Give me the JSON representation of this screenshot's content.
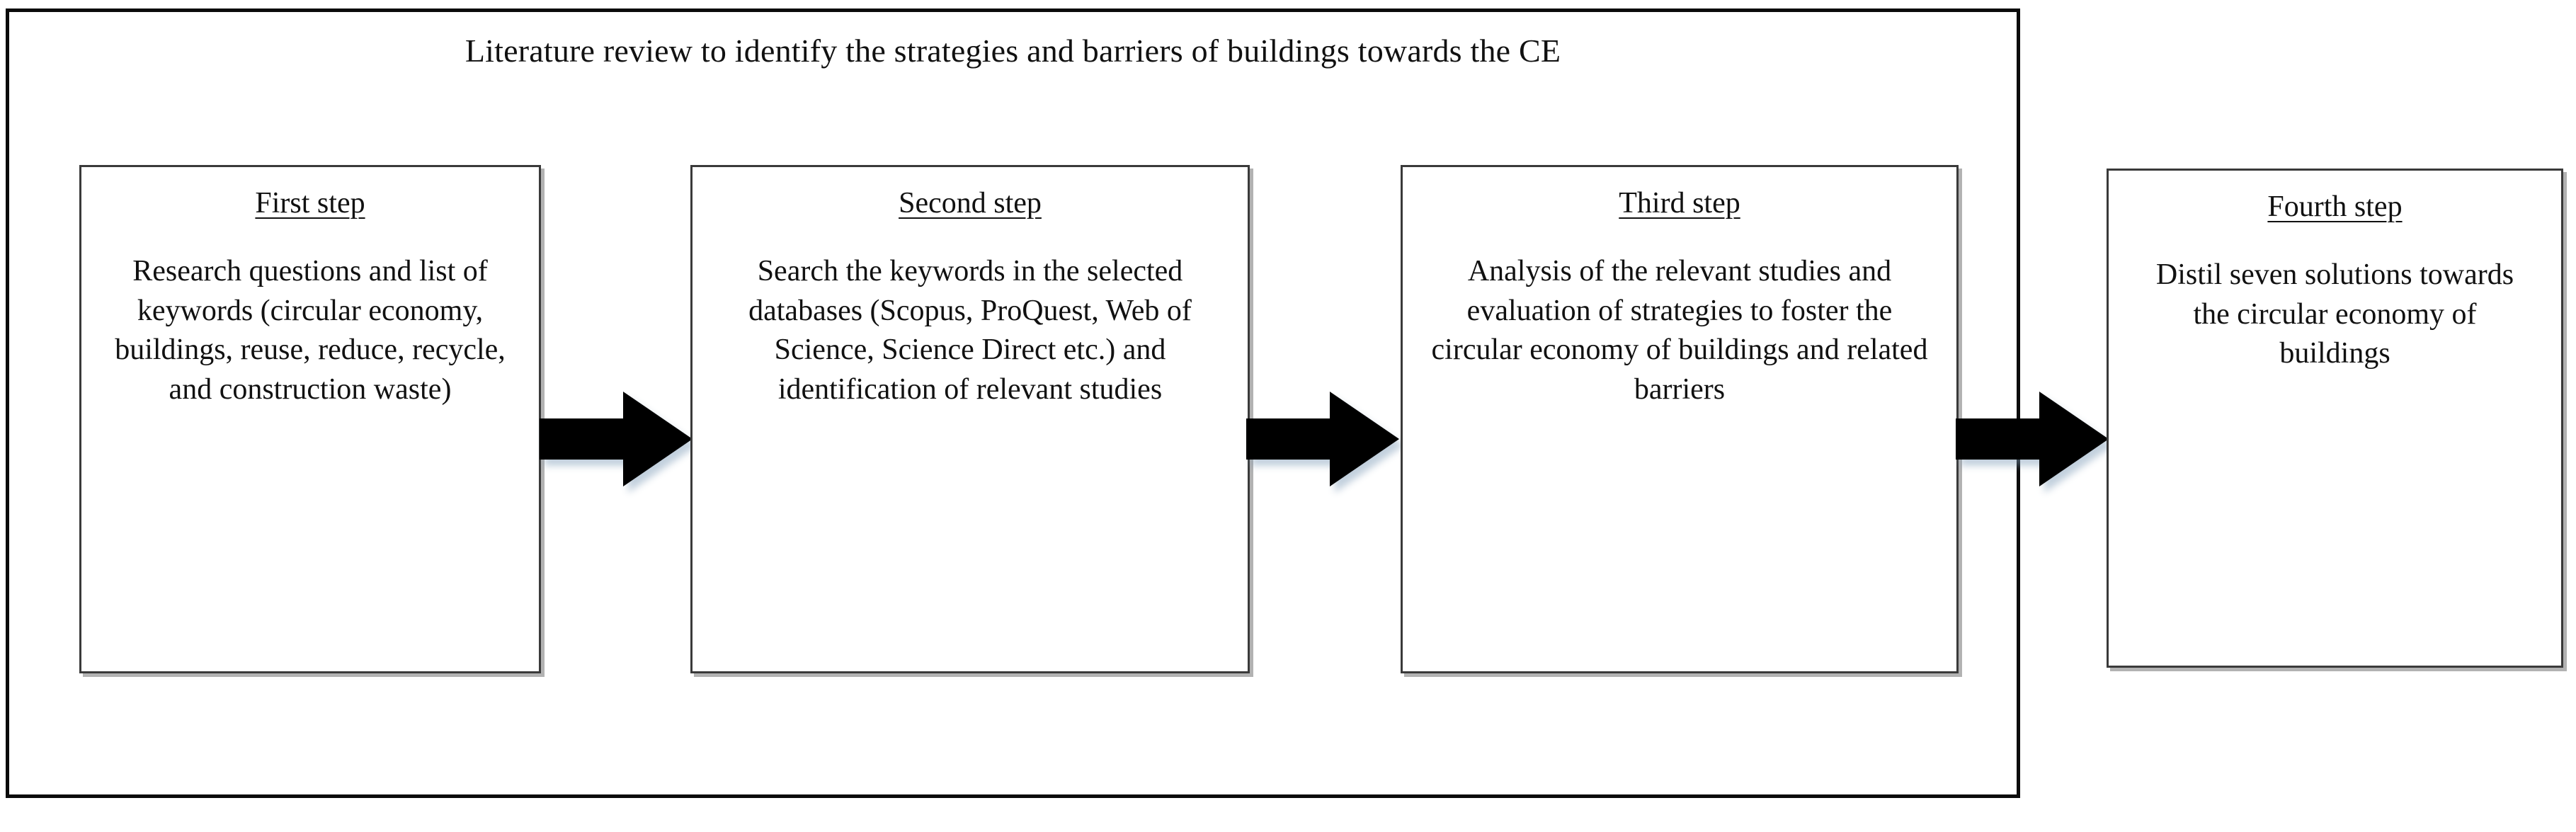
{
  "diagram": {
    "container": {
      "title": "Literature review to identify the strategies and barriers of buildings towards the CE",
      "border_color": "#0b0b0b",
      "background": "#ffffff"
    },
    "steps": [
      {
        "id": "first-step",
        "title": "First step",
        "body": "Research questions and list of keywords (circular economy, buildings, reuse, reduce, recycle, and construction waste)"
      },
      {
        "id": "second-step",
        "title": "Second step",
        "body": "Search the keywords in the selected databases (Scopus, ProQuest, Web of Science, Science Direct etc.) and identification of relevant studies"
      },
      {
        "id": "third-step",
        "title": "Third step",
        "body": "Analysis of the relevant studies and evaluation of strategies to foster the circular economy of buildings and related barriers"
      },
      {
        "id": "fourth-step",
        "title": "Fourth step",
        "body": "Distil seven solutions towards the circular economy of buildings"
      }
    ],
    "connectors": [
      {
        "id": "arrow-first-to-second",
        "icon": "right-block-arrow-icon",
        "from": "First step",
        "to": "Second step"
      },
      {
        "id": "arrow-second-to-third",
        "icon": "right-block-arrow-icon",
        "from": "Second step",
        "to": "Third step"
      },
      {
        "id": "arrow-third-to-fourth",
        "icon": "right-block-arrow-icon",
        "from": "Third step",
        "to": "Fourth step"
      }
    ],
    "colors": {
      "text": "#111111",
      "box_border": "#3a3a3a",
      "outer_border": "#0b0b0b",
      "arrow_fill": "#000000",
      "page_background": "#ffffff"
    }
  }
}
